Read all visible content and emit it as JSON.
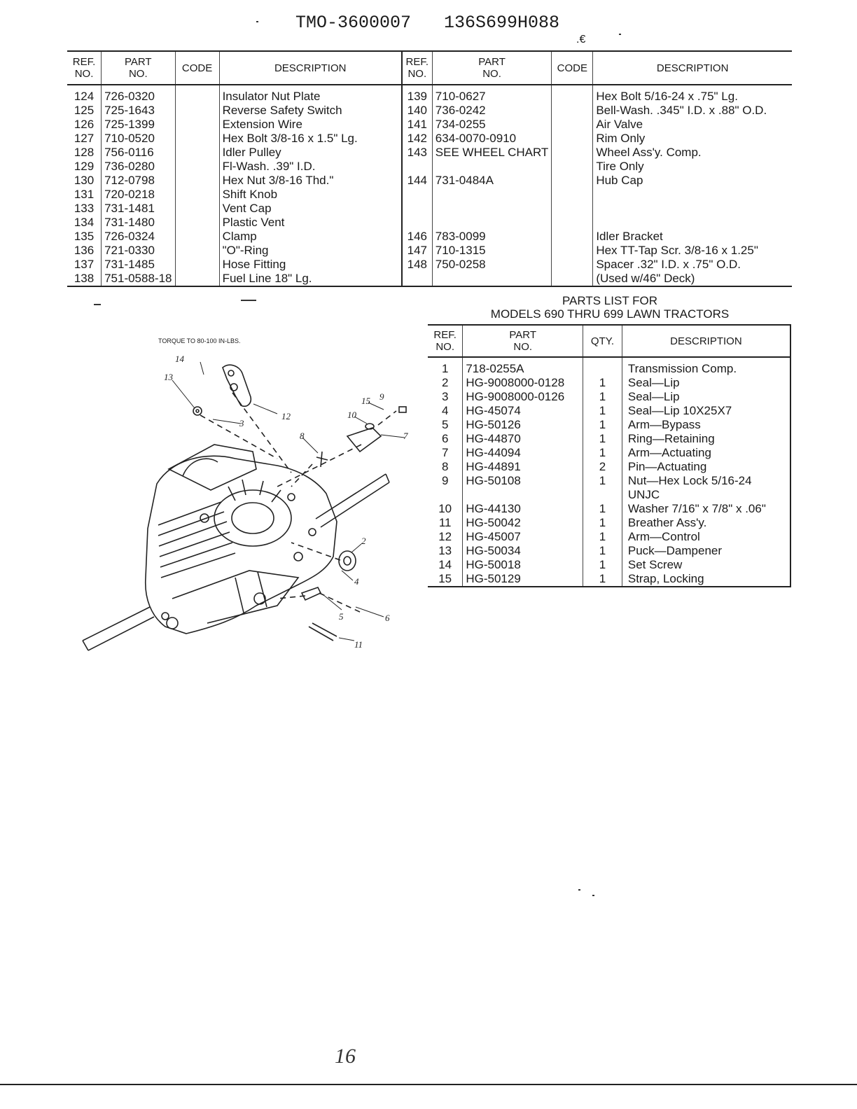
{
  "header": {
    "left_code": "TMO-3600007",
    "right_code": "136S699H088",
    "mark": ".€"
  },
  "top_table": {
    "headers": {
      "ref": [
        "REF.",
        "NO."
      ],
      "part": [
        "PART",
        "NO."
      ],
      "code": "CODE",
      "desc": "DESCRIPTION"
    },
    "left_rows": [
      {
        "ref": "124",
        "part": "726-0320",
        "code": "",
        "desc": "Insulator Nut Plate"
      },
      {
        "ref": "125",
        "part": "725-1643",
        "code": "",
        "desc": "Reverse Safety Switch"
      },
      {
        "ref": "126",
        "part": "725-1399",
        "code": "",
        "desc": "Extension Wire"
      },
      {
        "ref": "127",
        "part": "710-0520",
        "code": "",
        "desc": "Hex Bolt 3/8-16 x 1.5\" Lg."
      },
      {
        "ref": "128",
        "part": "756-0116",
        "code": "",
        "desc": "Idler Pulley"
      },
      {
        "ref": "129",
        "part": "736-0280",
        "code": "",
        "desc": "Fl-Wash. .39\" I.D."
      },
      {
        "ref": "130",
        "part": "712-0798",
        "code": "",
        "desc": "Hex Nut 3/8-16 Thd.\""
      },
      {
        "ref": "131",
        "part": "720-0218",
        "code": "",
        "desc": "Shift Knob"
      },
      {
        "ref": "133",
        "part": "731-1481",
        "code": "",
        "desc": "Vent Cap"
      },
      {
        "ref": "134",
        "part": "731-1480",
        "code": "",
        "desc": "Plastic Vent"
      },
      {
        "ref": "135",
        "part": "726-0324",
        "code": "",
        "desc": "Clamp"
      },
      {
        "ref": "136",
        "part": "721-0330",
        "code": "",
        "desc": "\"O\"-Ring"
      },
      {
        "ref": "137",
        "part": "731-1485",
        "code": "",
        "desc": "Hose Fitting"
      },
      {
        "ref": "138",
        "part": "751-0588-18",
        "code": "",
        "desc": "Fuel Line 18\" Lg."
      }
    ],
    "right_rows": [
      {
        "ref": "139",
        "part": "710-0627",
        "code": "",
        "desc": "Hex Bolt 5/16-24 x .75\" Lg."
      },
      {
        "ref": "140",
        "part": "736-0242",
        "code": "",
        "desc": "Bell-Wash. .345\" I.D. x .88\" O.D."
      },
      {
        "ref": "141",
        "part": "734-0255",
        "code": "",
        "desc": "Air Valve"
      },
      {
        "ref": "142",
        "part": "634-0070-0910",
        "code": "",
        "desc": "Rim Only"
      },
      {
        "ref": "143",
        "part": "SEE WHEEL CHART",
        "code": "",
        "desc": "Wheel Ass'y. Comp."
      },
      {
        "ref": "",
        "part": "",
        "code": "",
        "desc": "Tire Only"
      },
      {
        "ref": "144",
        "part": "731-0484A",
        "code": "",
        "desc": "Hub Cap"
      },
      {
        "ref": "",
        "part": "",
        "code": "",
        "desc": ""
      },
      {
        "ref": "",
        "part": "",
        "code": "",
        "desc": ""
      },
      {
        "ref": "",
        "part": "",
        "code": "",
        "desc": ""
      },
      {
        "ref": "146",
        "part": "783-0099",
        "code": "",
        "desc": "Idler Bracket"
      },
      {
        "ref": "147",
        "part": "710-1315",
        "code": "",
        "desc": "Hex TT-Tap Scr. 3/8-16 x 1.25\""
      },
      {
        "ref": "148",
        "part": "750-0258",
        "code": "",
        "desc": "Spacer .32\" I.D. x .75\" O.D."
      },
      {
        "ref": "",
        "part": "",
        "code": "",
        "desc": "(Used w/46\" Deck)"
      }
    ]
  },
  "parts_list": {
    "title_line1": "PARTS LIST FOR",
    "title_line2": "MODELS 690 THRU 699 LAWN TRACTORS",
    "headers": {
      "ref": [
        "REF.",
        "NO."
      ],
      "part": [
        "PART",
        "NO."
      ],
      "qty": "QTY.",
      "desc": "DESCRIPTION"
    },
    "rows": [
      {
        "ref": "1",
        "part": "718-0255A",
        "qty": "",
        "desc": "Transmission Comp."
      },
      {
        "ref": "2",
        "part": "HG-9008000-0128",
        "qty": "1",
        "desc": "Seal—Lip"
      },
      {
        "ref": "3",
        "part": "HG-9008000-0126",
        "qty": "1",
        "desc": "Seal—Lip"
      },
      {
        "ref": "4",
        "part": "HG-45074",
        "qty": "1",
        "desc": "Seal—Lip 10X25X7"
      },
      {
        "ref": "5",
        "part": "HG-50126",
        "qty": "1",
        "desc": "Arm—Bypass"
      },
      {
        "ref": "6",
        "part": "HG-44870",
        "qty": "1",
        "desc": "Ring—Retaining"
      },
      {
        "ref": "7",
        "part": "HG-44094",
        "qty": "1",
        "desc": "Arm—Actuating"
      },
      {
        "ref": "8",
        "part": "HG-44891",
        "qty": "2",
        "desc": "Pin—Actuating"
      },
      {
        "ref": "9",
        "part": "HG-50108",
        "qty": "1",
        "desc": "Nut—Hex Lock 5/16-24"
      },
      {
        "ref": "",
        "part": "",
        "qty": "",
        "desc": "UNJC"
      },
      {
        "ref": "10",
        "part": "HG-44130",
        "qty": "1",
        "desc": "Washer 7/16\" x 7/8\" x .06\""
      },
      {
        "ref": "11",
        "part": "HG-50042",
        "qty": "1",
        "desc": "Breather Ass'y."
      },
      {
        "ref": "12",
        "part": "HG-45007",
        "qty": "1",
        "desc": "Arm—Control"
      },
      {
        "ref": "13",
        "part": "HG-50034",
        "qty": "1",
        "desc": "Puck—Dampener"
      },
      {
        "ref": "14",
        "part": "HG-50018",
        "qty": "1",
        "desc": "Set Screw"
      },
      {
        "ref": "15",
        "part": "HG-50129",
        "qty": "1",
        "desc": "Strap, Locking"
      }
    ]
  },
  "diagram": {
    "torque_note": "TORQUE TO 80-100 IN-LBS.",
    "callouts": [
      "14",
      "13",
      "12",
      "3",
      "15",
      "9",
      "10",
      "8",
      "7",
      "2",
      "4",
      "5",
      "6",
      "11"
    ]
  },
  "footer": {
    "page_mark": "16"
  }
}
